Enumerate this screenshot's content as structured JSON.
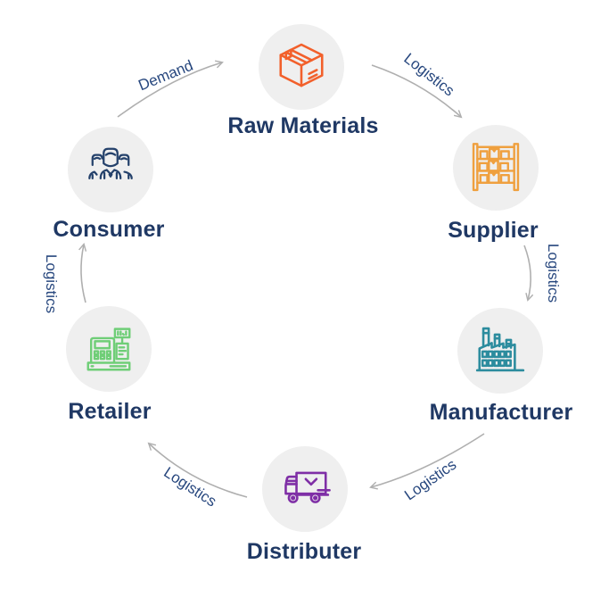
{
  "diagram": {
    "nodes": [
      {
        "id": "raw-materials",
        "label": "Raw Materials",
        "icon": "box-icon",
        "color": "#F2602B"
      },
      {
        "id": "supplier",
        "label": "Supplier",
        "icon": "shelf-icon",
        "color": "#EFA03F"
      },
      {
        "id": "manufacturer",
        "label": "Manufacturer",
        "icon": "factory-icon",
        "color": "#2C8C9E"
      },
      {
        "id": "distributer",
        "label": "Distributer",
        "icon": "truck-icon",
        "color": "#7F2FA6"
      },
      {
        "id": "retailer",
        "label": "Retailer",
        "icon": "cash-register-icon",
        "color": "#6FCE77"
      },
      {
        "id": "consumer",
        "label": "Consumer",
        "icon": "people-icon",
        "color": "#24416B"
      }
    ],
    "edges": [
      {
        "from": "consumer",
        "to": "raw-materials",
        "label": "Demand"
      },
      {
        "from": "raw-materials",
        "to": "supplier",
        "label": "Logistics"
      },
      {
        "from": "supplier",
        "to": "manufacturer",
        "label": "Logistics"
      },
      {
        "from": "manufacturer",
        "to": "distributer",
        "label": "Logistics"
      },
      {
        "from": "distributer",
        "to": "retailer",
        "label": "Logistics"
      },
      {
        "from": "retailer",
        "to": "consumer",
        "label": "Logistics"
      }
    ],
    "colors": {
      "node_label": "#1F3864",
      "edge_label": "#27477E",
      "arrow": "#AFAFAF",
      "circle_bg": "#EFEFEF",
      "background": "#FFFFFF"
    }
  }
}
